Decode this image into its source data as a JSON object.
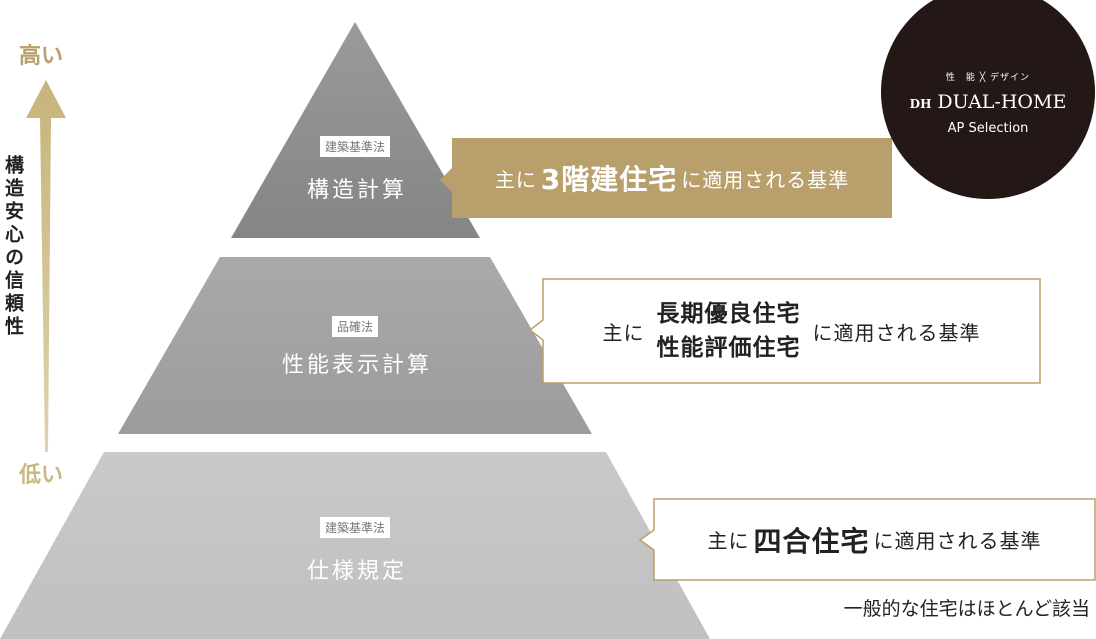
{
  "axis": {
    "high": "高い",
    "low": "低い",
    "label": "構造安心の信頼性"
  },
  "tiers": [
    {
      "tag": "建築基準法",
      "title": "構造計算"
    },
    {
      "tag": "品確法",
      "title": "性能表示計算"
    },
    {
      "tag": "建築基準法",
      "title": "仕様規定"
    }
  ],
  "callouts": [
    {
      "prefix": "主に",
      "emph": "3階建住宅",
      "suffix": "に適用される基準"
    },
    {
      "prefix": "主に",
      "emph_line1": "長期優良住宅",
      "emph_line2": "性能評価住宅",
      "suffix": "に適用される基準"
    },
    {
      "prefix": "主に",
      "emph": "四合住宅",
      "suffix": "に適用される基準"
    }
  ],
  "footnote": "一般的な住宅はほとんど該当",
  "logo": {
    "tagline": "性　能 ╳ デザイン",
    "brand": "DUAL-HOME",
    "mark": "DH",
    "sub": "AP Selection"
  },
  "colors": {
    "gold": "#b89f6c",
    "arrow": "#c9b97f",
    "tier1": "#8c8c8c",
    "tier2": "#a3a3a3",
    "tier3": "#c6c6c6",
    "logo_bg": "#231815"
  }
}
